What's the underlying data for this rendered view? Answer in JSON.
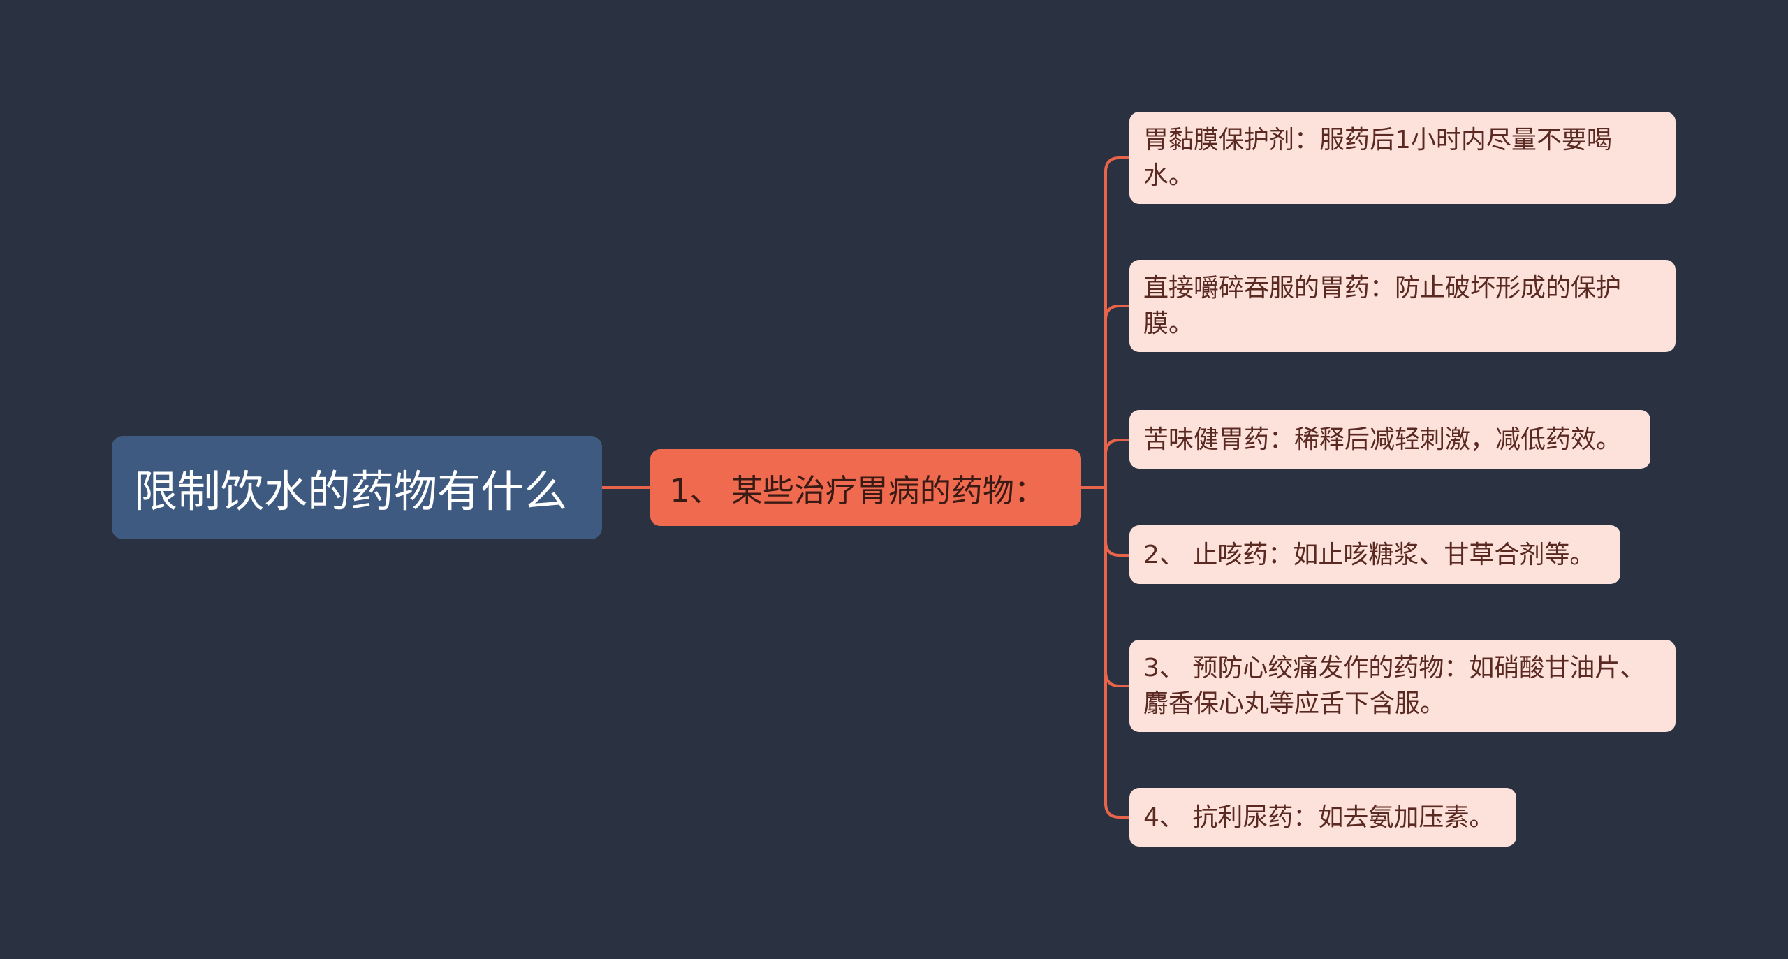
{
  "root": {
    "label": "限制饮水的药物有什么"
  },
  "branch": {
    "label": "1、 某些治疗胃病的药物："
  },
  "leaves": [
    {
      "label": "胃黏膜保护剂：服药后1小时内尽量不要喝水。"
    },
    {
      "label": "直接嚼碎吞服的胃药：防止破坏形成的保护膜。"
    },
    {
      "label": "苦味健胃药：稀释后减轻刺激，减低药效。"
    },
    {
      "label": "2、 止咳药：如止咳糖浆、甘草合剂等。"
    },
    {
      "label": "3、 预防心绞痛发作的药物：如硝酸甘油片、麝香保心丸等应舌下含服。"
    },
    {
      "label": "4、 抗利尿药：如去氨加压素。"
    }
  ],
  "colors": {
    "background": "#2a3140",
    "root_fill": "#3f5a80",
    "branch_fill": "#ef6a4e",
    "leaf_fill": "#fde2dc",
    "connector": "#e8644a"
  }
}
